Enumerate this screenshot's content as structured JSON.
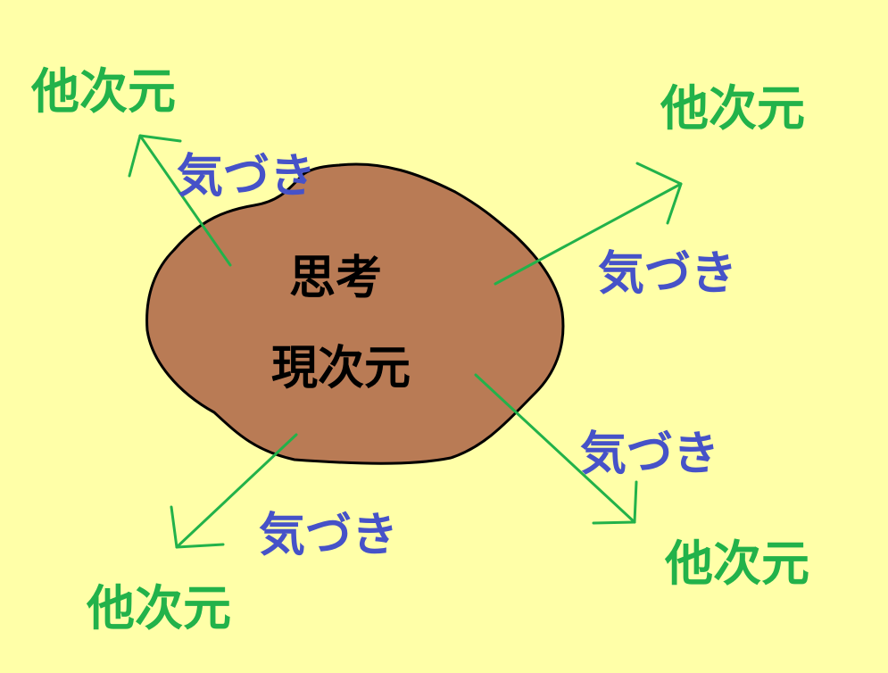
{
  "center": {
    "thought": "思考",
    "current_dimension": "現次元"
  },
  "branches": [
    {
      "awareness": "気づき",
      "other_dimension": "他次元"
    },
    {
      "awareness": "気づき",
      "other_dimension": "他次元"
    },
    {
      "awareness": "気づき",
      "other_dimension": "他次元"
    },
    {
      "awareness": "気づき",
      "other_dimension": "他次元"
    }
  ],
  "colors": {
    "background": "#ffffa8",
    "blob_fill": "#b97b55",
    "arrows": "#22b24a",
    "other_dimension_text": "#22b24a",
    "awareness_text": "#4652c8",
    "center_text": "#000000"
  }
}
